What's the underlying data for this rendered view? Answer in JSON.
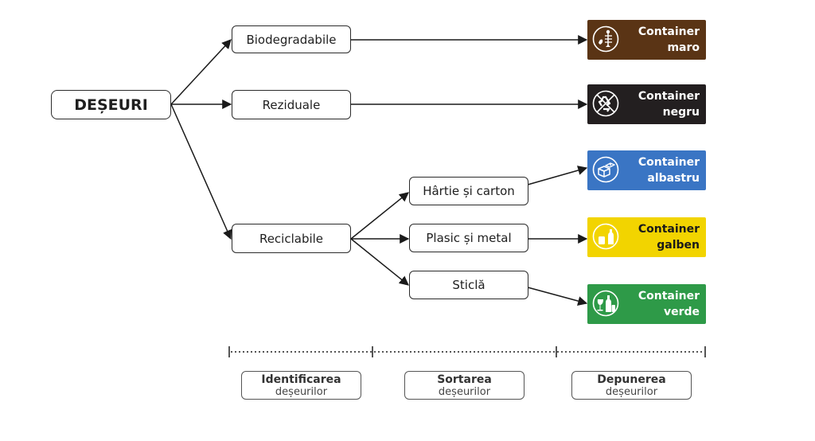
{
  "root": {
    "label": "DEȘEURI"
  },
  "categories": {
    "bio": "Biodegradabile",
    "rez": "Reziduale",
    "rec": "Reciclabile"
  },
  "subcategories": {
    "paper": "Hârtie și carton",
    "plastic": "Plasic și metal",
    "glass": "Sticlă"
  },
  "containers": {
    "maro": {
      "line1": "Container",
      "line2": "maro",
      "color": "#5a3415",
      "icon": "fish-bone-apple-icon"
    },
    "negru": {
      "line1": "Container",
      "line2": "negru",
      "color": "#231f20",
      "icon": "crossed-recycle-icon"
    },
    "albastru": {
      "line1": "Container",
      "line2": "albastru",
      "color": "#3a75c4",
      "icon": "paper-boxes-icon"
    },
    "galben": {
      "line1": "Container",
      "line2": "galben",
      "color": "#f2d400",
      "icon": "bottle-can-icon"
    },
    "verde": {
      "line1": "Container",
      "line2": "verde",
      "color": "#2e9a48",
      "icon": "wine-bottle-glass-icon"
    }
  },
  "stages": [
    {
      "title": "Identificarea",
      "sub": "deșeurilor"
    },
    {
      "title": "Sortarea",
      "sub": "deșeurilor"
    },
    {
      "title": "Depunerea",
      "sub": "deșeurilor"
    }
  ]
}
